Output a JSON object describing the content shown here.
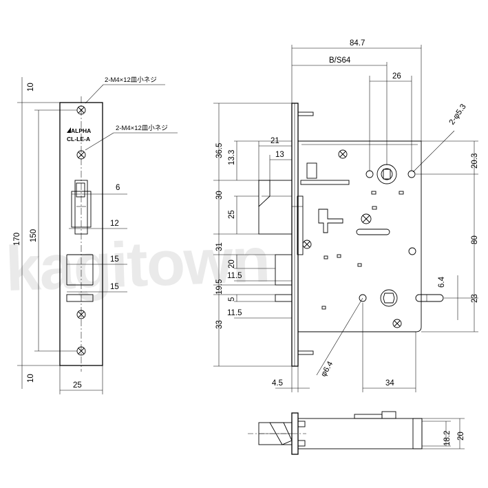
{
  "watermark": "kagitown",
  "faceplate": {
    "brand_logo": "ALPHA",
    "model_code": "CL-LE-A",
    "screw_note_1": "2-M4×12皿小ネジ",
    "screw_note_2": "2-M4×12皿小ネジ",
    "dims": {
      "top_margin": "10",
      "bottom_margin": "10",
      "total_height": "170",
      "screw_pitch": "150",
      "width": "25",
      "latch_w": "6",
      "latch_slot": "12",
      "deadbolt": "15",
      "guard": "15"
    }
  },
  "body": {
    "dims": {
      "overall": "84.7",
      "backset": "B/S64",
      "spindle_to_hole": "26",
      "hole_dia": "2-φ5.3",
      "latch_depth": "21",
      "latch_tip": "13",
      "top_to_latch": "36.5",
      "latch_upper": "13.3",
      "latch_h": "30",
      "latch_inner": "25",
      "latch_to_bolt": "31",
      "bolt_h": "20",
      "bolt_proj_1": "11.5",
      "guard_gap": "19.5",
      "guard_h": "5",
      "bolt_proj_2": "11.5",
      "bottom": "33",
      "right_top": "20.3",
      "center_dist": "80",
      "cyl_offset": "6.4",
      "cyl_bottom": "23",
      "cyl_dia": "φ6.4",
      "front_thick": "4.5",
      "cyl_to_edge": "34"
    }
  },
  "side_view": {
    "dims": {
      "inner_thick": "18.2",
      "outer_thick": "20"
    }
  }
}
